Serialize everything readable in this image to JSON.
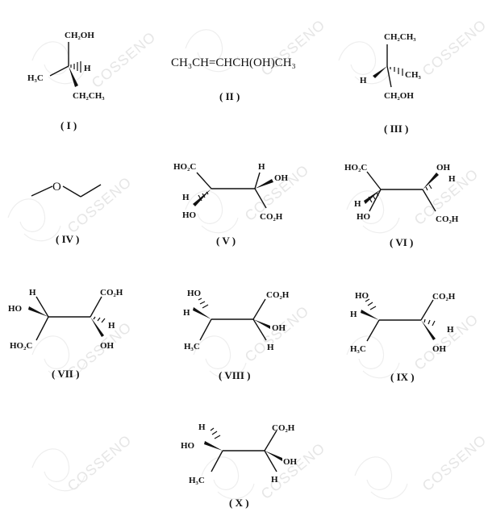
{
  "watermark": "COSSENO",
  "compounds": {
    "I": {
      "label": "( I )",
      "top": "CH₂OH",
      "left": "H₃C",
      "right": "H",
      "bottom": "CH₂CH₃"
    },
    "II": {
      "label": "( II )",
      "formula": "CH₃CH=CHCH(OH)CH₃"
    },
    "III": {
      "label": "( III )",
      "top": "CH₂CH₃",
      "left": "H",
      "right": "CH₃",
      "bottom": "CH₂OH"
    },
    "IV": {
      "label": "( IV )",
      "atom": "O"
    },
    "V": {
      "label": "( V )",
      "c1_top": "HO₂C",
      "c1_h": "H",
      "c1_bottom": "HO",
      "c2_top_h": "H",
      "c2_oh": "OH",
      "c2_bottom": "CO₂H"
    },
    "VI": {
      "label": "( VI )",
      "c1_top": "HO₂C",
      "c1_h": "H",
      "c1_bottom": "HO",
      "c2_oh": "OH",
      "c2_h": "H",
      "c2_bottom": "CO₂H"
    },
    "VII": {
      "label": "( VII )",
      "c1_h": "H",
      "c1_oh": "HO",
      "c1_bottom": "HO₂C",
      "c2_top": "CO₂H",
      "c2_h": "H",
      "c2_oh": "OH"
    },
    "VIII": {
      "label": "( VIII )",
      "c1_oh": "HO",
      "c1_h": "H",
      "c1_bottom": "H₃C",
      "c2_top": "CO₂H",
      "c2_oh": "OH",
      "c2_h": "H"
    },
    "IX": {
      "label": "( IX )",
      "c1_oh": "HO",
      "c1_h": "H",
      "c1_bottom": "H₃C",
      "c2_top": "CO₂H",
      "c2_h": "H",
      "c2_oh": "OH"
    },
    "X": {
      "label": "( X )",
      "c1_h": "H",
      "c1_oh": "HO",
      "c1_bottom": "H₃C",
      "c2_top": "CO₂H",
      "c2_oh": "OH",
      "c2_h": "H"
    }
  }
}
